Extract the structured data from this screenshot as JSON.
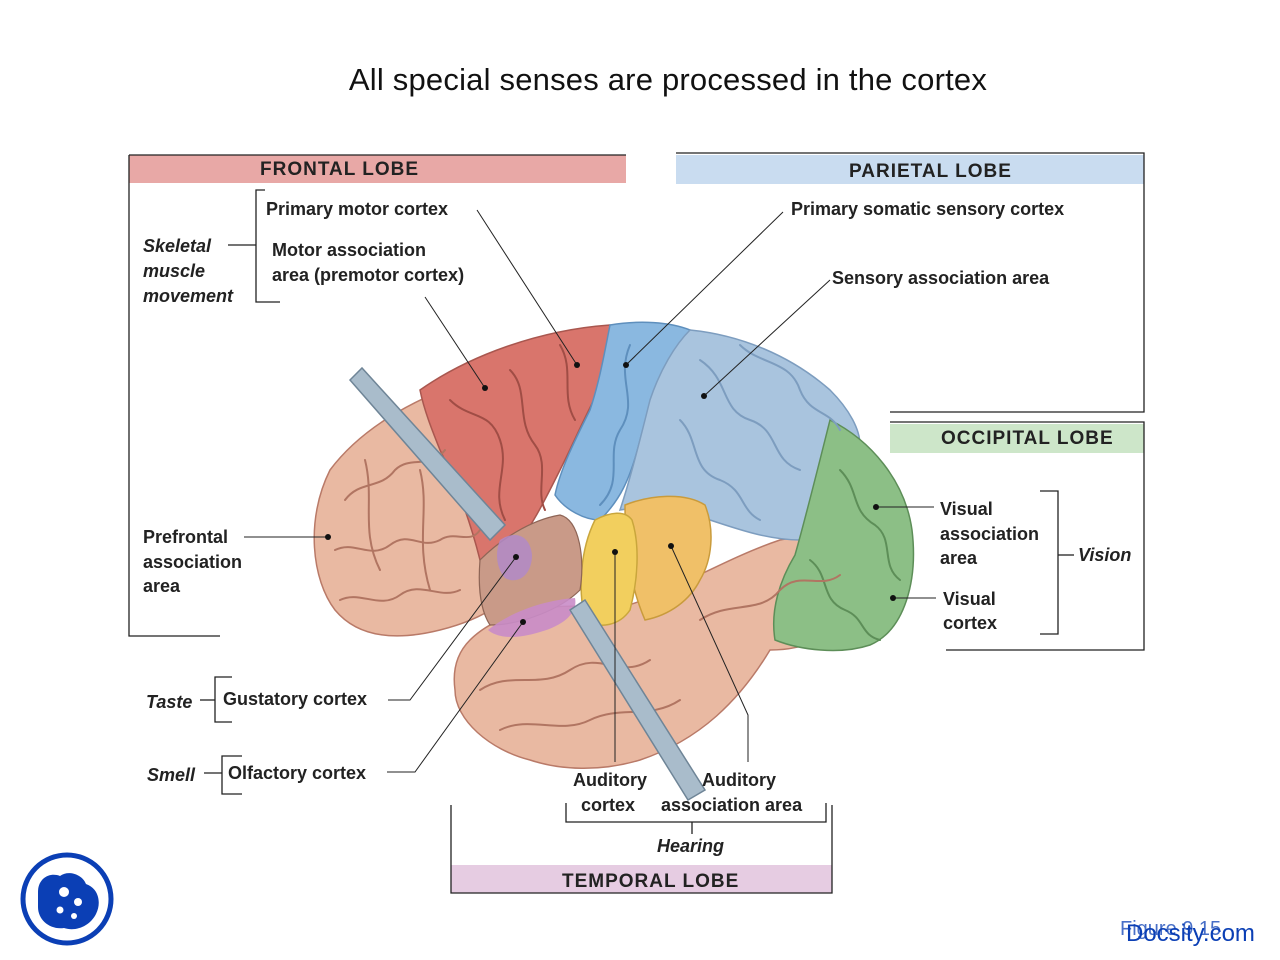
{
  "title": "All special senses are processed in the cortex",
  "lobes": {
    "frontal": "FRONTAL LOBE",
    "parietal": "PARIETAL LOBE",
    "occipital": "OCCIPITAL LOBE",
    "temporal": "TEMPORAL LOBE"
  },
  "labels": {
    "primary_motor": "Primary motor cortex",
    "motor_assoc_1": "Motor association",
    "motor_assoc_2": "area (premotor cortex)",
    "primary_somatic": "Primary somatic sensory cortex",
    "sensory_assoc": "Sensory association area",
    "prefrontal_1": "Prefrontal",
    "prefrontal_2": "association",
    "prefrontal_3": "area",
    "visual_assoc_1": "Visual",
    "visual_assoc_2": "association",
    "visual_assoc_3": "area",
    "visual_cortex_1": "Visual",
    "visual_cortex_2": "cortex",
    "gustatory": "Gustatory cortex",
    "olfactory": "Olfactory cortex",
    "auditory_cortex_1": "Auditory",
    "auditory_cortex_2": "cortex",
    "auditory_assoc_1": "Auditory",
    "auditory_assoc_2": "association area"
  },
  "functions": {
    "skeletal_1": "Skeletal",
    "skeletal_2": "muscle",
    "skeletal_3": "movement",
    "vision": "Vision",
    "taste": "Taste",
    "smell": "Smell",
    "hearing": "Hearing"
  },
  "figure_ref": "Figure 9.15",
  "watermark": "Docsity.com",
  "colors": {
    "frontal_band": "#e8a8a6",
    "parietal_band": "#c9dcf0",
    "occipital_band": "#cde6c9",
    "temporal_band": "#e6cce2",
    "motor_cortex": "#d9756c",
    "somatic_cortex": "#8ab8e0",
    "sensory_assoc": "#a9c4de",
    "occipital": "#8cbf86",
    "auditory_cortex": "#f2cf5e",
    "auditory_assoc": "#f0c068",
    "brain_tissue": "#e9b9a2",
    "gustatory": "#c98cc8",
    "logo": "#0b3fb5"
  },
  "icons": {
    "logo": "docsity-logo-icon"
  }
}
